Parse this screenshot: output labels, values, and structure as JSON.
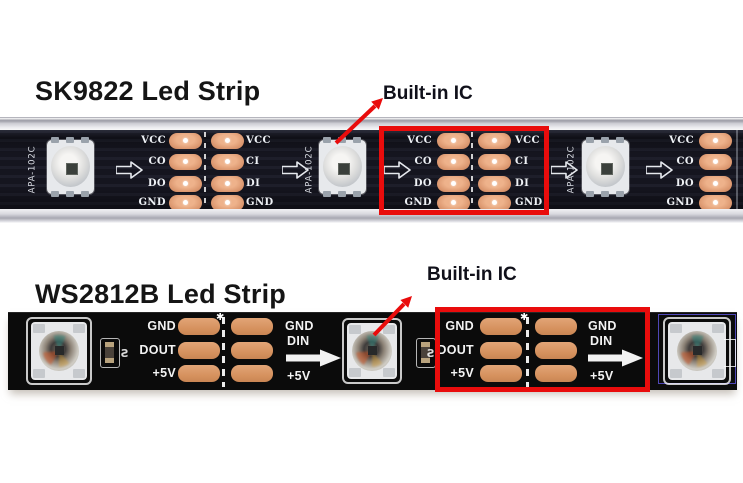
{
  "sk9822": {
    "title": "SK9822 Led Strip",
    "builtin_ic_label": "Built-in IC",
    "chip_marking": "APA-102C",
    "out_labels": [
      "VCC",
      "CO",
      "DO",
      "GND"
    ],
    "in_labels": [
      "VCC",
      "CI",
      "DI",
      "GND"
    ]
  },
  "ws2812b": {
    "title": "WS2812B Led Strip",
    "builtin_ic_label": "Built-in IC",
    "left_labels": [
      "GND",
      "DOUT",
      "+5V"
    ],
    "right_labels": [
      "GND",
      "DIN",
      "+5V"
    ]
  },
  "icons": {
    "cut_star": "✱",
    "designator_mark": "Ƨ"
  },
  "colors": {
    "annotation_red": "#e90c0c",
    "pad_copper": "#d9946c",
    "pad_copper_light": "#eeb28b",
    "pcb_navy": "#15151f",
    "pcb_black": "#0b0b0b",
    "silkscreen_white": "#f2f2f2",
    "title_black": "#151515"
  }
}
